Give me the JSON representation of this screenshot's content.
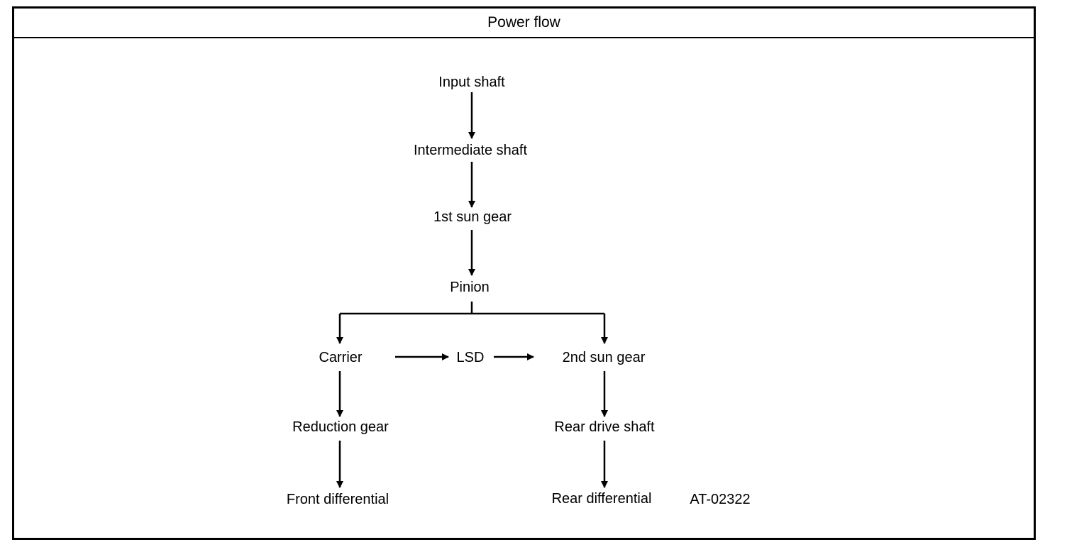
{
  "title": "Power flow",
  "nodes": {
    "input_shaft": "Input shaft",
    "intermediate_shaft": "Intermediate shaft",
    "first_sun_gear": "1st sun gear",
    "pinion": "Pinion",
    "carrier": "Carrier",
    "lsd": "LSD",
    "second_sun_gear": "2nd sun gear",
    "reduction_gear": "Reduction gear",
    "rear_drive_shaft": "Rear drive shaft",
    "front_differential": "Front differential",
    "rear_differential": "Rear differential"
  },
  "figure_code": "AT-02322",
  "edges": [
    {
      "from": "input_shaft",
      "to": "intermediate_shaft"
    },
    {
      "from": "intermediate_shaft",
      "to": "first_sun_gear"
    },
    {
      "from": "first_sun_gear",
      "to": "pinion"
    },
    {
      "from": "pinion",
      "to": "carrier"
    },
    {
      "from": "pinion",
      "to": "second_sun_gear"
    },
    {
      "from": "carrier",
      "to": "lsd"
    },
    {
      "from": "lsd",
      "to": "second_sun_gear"
    },
    {
      "from": "carrier",
      "to": "reduction_gear"
    },
    {
      "from": "reduction_gear",
      "to": "front_differential"
    },
    {
      "from": "second_sun_gear",
      "to": "rear_drive_shaft"
    },
    {
      "from": "rear_drive_shaft",
      "to": "rear_differential"
    }
  ]
}
